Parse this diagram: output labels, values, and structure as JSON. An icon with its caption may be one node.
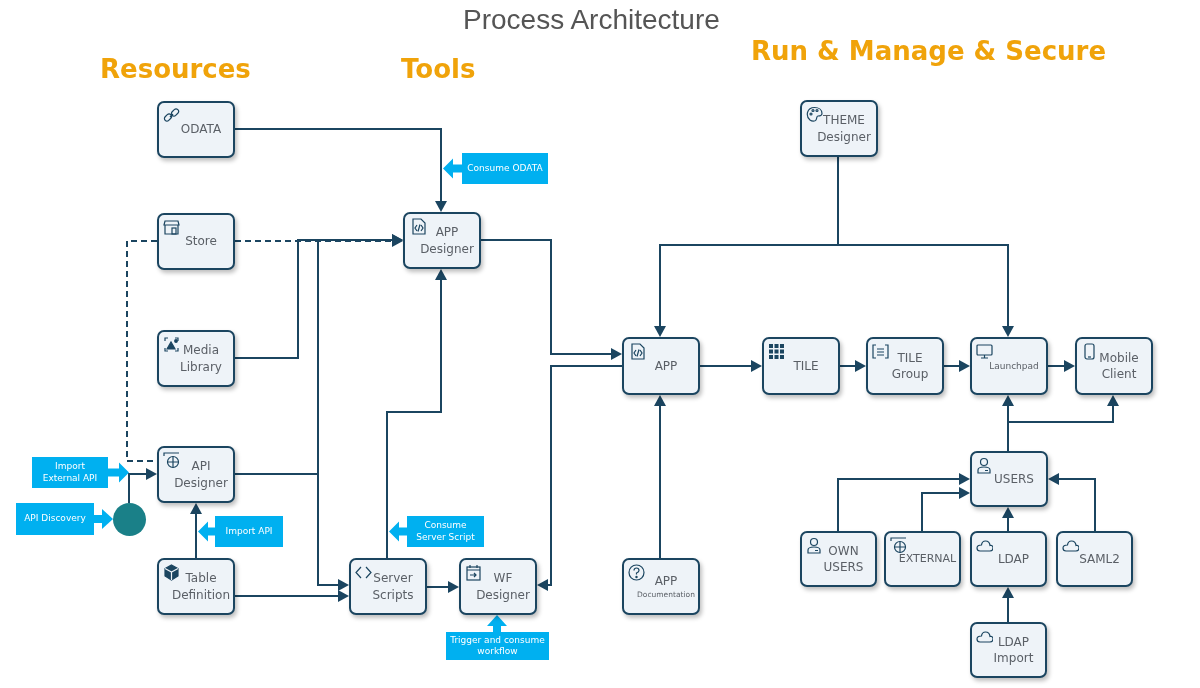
{
  "diagram": {
    "title": "Process Architecture",
    "nodes": [
      {
        "text": [
          "ODATA"
        ]
      },
      {
        "text": [
          "Store"
        ]
      },
      {
        "text": [
          "Media Library"
        ]
      },
      {
        "text": [
          "API Designer"
        ]
      },
      {
        "text": [
          "Table Definition"
        ]
      },
      {
        "text": [
          "APP Designer"
        ]
      },
      {
        "text": [
          "Server Scripts"
        ]
      },
      {
        "text": [
          "WF Designer"
        ]
      },
      {
        "text": [
          "APP"
        ]
      },
      {
        "text": [
          "APP",
          "Documentation"
        ]
      },
      {
        "text": [
          "THEME Designer"
        ]
      },
      {
        "text": [
          "TILE"
        ]
      },
      {
        "text": [
          "TILE Group"
        ]
      },
      {
        "text": [
          "Launchpad"
        ]
      },
      {
        "text": [
          "Mobile Client"
        ]
      },
      {
        "text": [
          "USERS"
        ]
      },
      {
        "text": [
          "OWN USERS"
        ]
      },
      {
        "text": [
          "EXTERNAL"
        ]
      },
      {
        "text": [
          "LDAP"
        ]
      },
      {
        "text": [
          "SAML2"
        ]
      },
      {
        "text": [
          "LDAP Import"
        ]
      },
      {
        "text": [
          "Consume ODATA"
        ]
      },
      {
        "text": [
          "Import External API"
        ]
      },
      {
        "text": [
          "API Discovery"
        ]
      },
      {
        "text": [],
        "shape": "circle"
      },
      {
        "text": [
          "Import API"
        ]
      },
      {
        "text": [
          "Consume Server Script"
        ]
      },
      {
        "text": [
          "Trigger and consume workflow"
        ]
      }
    ],
    "edges": [
      {
        "from": 0,
        "to": 5,
        "arrow": "to"
      },
      {
        "from": 1,
        "to": 5,
        "arrow": "to",
        "style": "dashed"
      },
      {
        "from": 1,
        "to": 3,
        "arrow": "none",
        "style": "dashed"
      },
      {
        "from": 2,
        "to": 5,
        "arrow": "to"
      },
      {
        "from": 3,
        "to": 5,
        "arrow": "to"
      },
      {
        "from": 3,
        "to": 6,
        "arrow": "to"
      },
      {
        "from": 4,
        "to": 6,
        "arrow": "to"
      },
      {
        "from": 4,
        "to": 3,
        "arrow": "to"
      },
      {
        "from": 24,
        "to": 3,
        "arrow": "to"
      },
      {
        "from": 6,
        "to": 5,
        "arrow": "to"
      },
      {
        "from": 6,
        "to": 7,
        "arrow": "to"
      },
      {
        "from": 5,
        "to": 8,
        "arrow": "to"
      },
      {
        "from": 8,
        "to": 7,
        "arrow": "to"
      },
      {
        "from": 10,
        "to": 8,
        "arrow": "to"
      },
      {
        "from": 10,
        "to": 13,
        "arrow": "to"
      },
      {
        "from": 8,
        "to": 11,
        "arrow": "to"
      },
      {
        "from": 11,
        "to": 12,
        "arrow": "to"
      },
      {
        "from": 12,
        "to": 13,
        "arrow": "to"
      },
      {
        "from": 13,
        "to": 14,
        "arrow": "to"
      },
      {
        "from": 9,
        "to": 8,
        "arrow": "to"
      },
      {
        "from": 15,
        "to": 13,
        "arrow": "to"
      },
      {
        "from": 15,
        "to": 14,
        "arrow": "to"
      },
      {
        "from": 16,
        "to": 15,
        "arrow": "to"
      },
      {
        "from": 17,
        "to": 15,
        "arrow": "to"
      },
      {
        "from": 18,
        "to": 15,
        "arrow": "to"
      },
      {
        "from": 19,
        "to": 15,
        "arrow": "to"
      },
      {
        "from": 20,
        "to": 18,
        "arrow": "to"
      },
      {
        "from": 23,
        "to": 24,
        "arrow": "to",
        "style": "thick",
        "color": "#00b0f0"
      },
      {
        "from": 27,
        "to": 7,
        "arrow": "to",
        "style": "thick",
        "color": "#00b0f0"
      }
    ],
    "labels": [
      "Resources",
      "Tools",
      "Run & Manage & Secure"
    ]
  }
}
